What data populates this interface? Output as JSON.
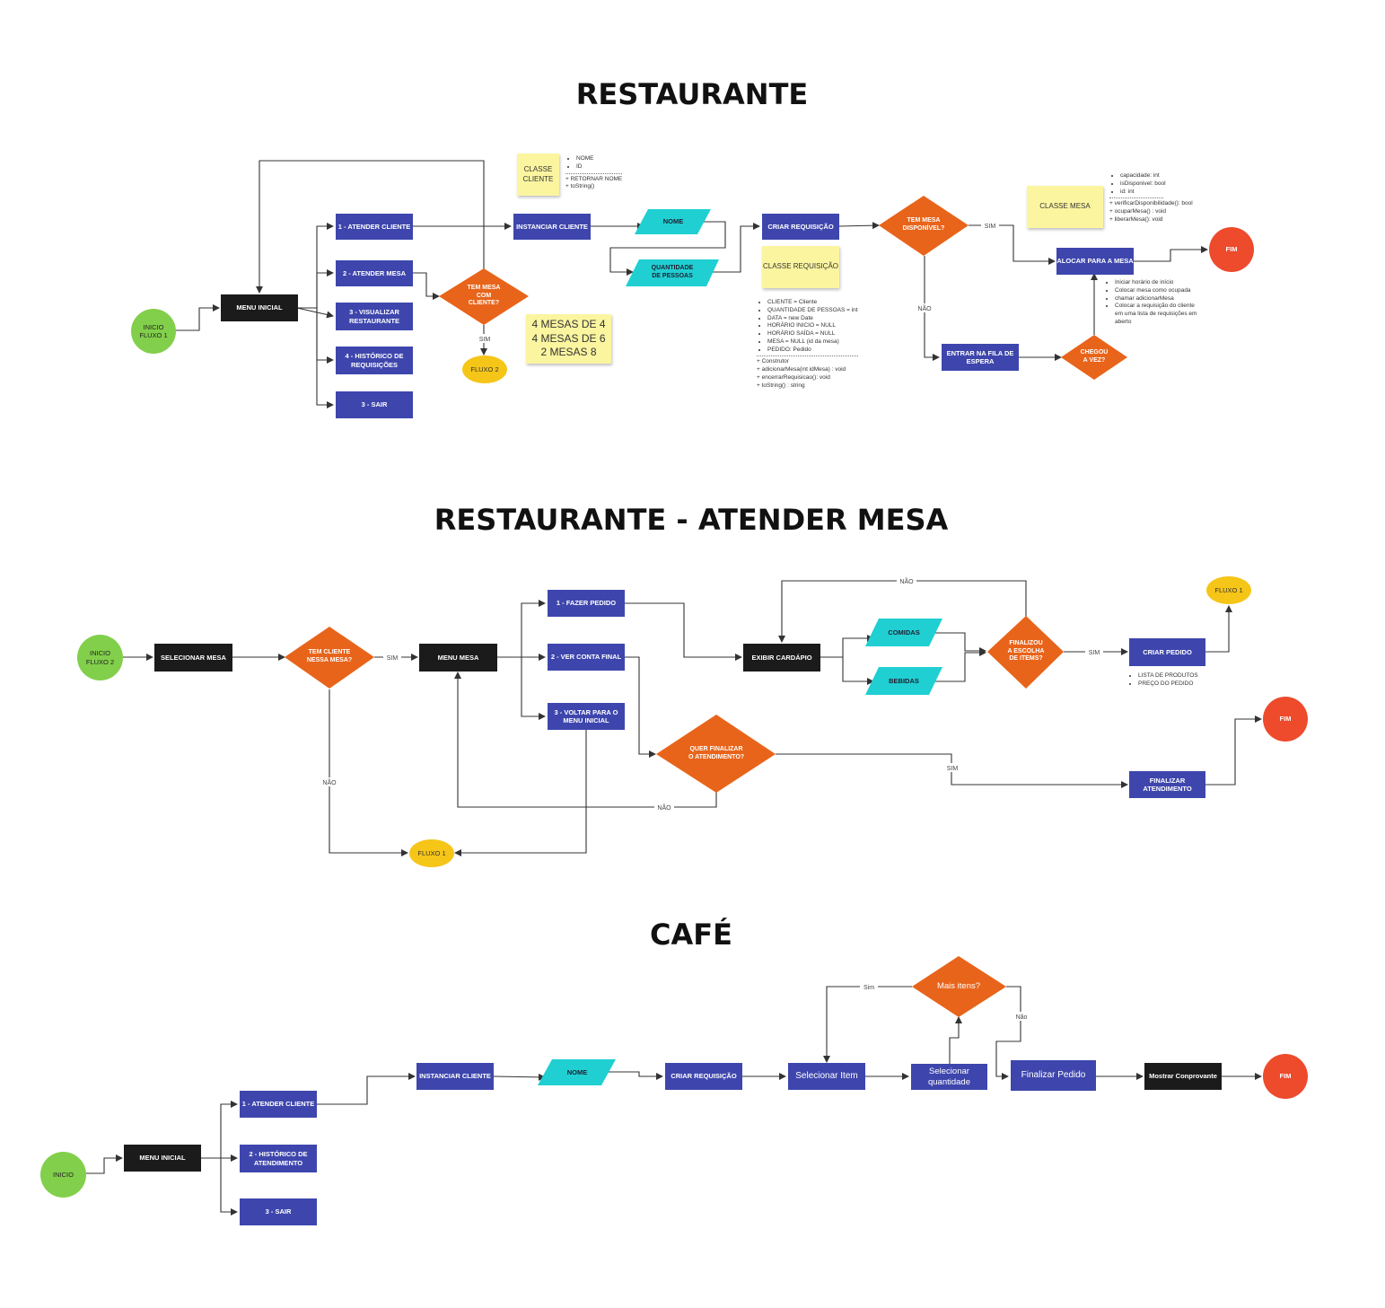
{
  "titles": {
    "restaurante": "RESTAURANTE",
    "atender_mesa": "RESTAURANTE - ATENDER MESA",
    "cafe": "CAFÉ"
  },
  "colors": {
    "process": "#3e46ad",
    "terminal_black": "#1b1b1b",
    "decision": "#e8641a",
    "io": "#1fcfd2",
    "start": "#82cf4b",
    "end": "#ee4a2c",
    "connector": "#f5c518",
    "sticky": "#fbf5a0"
  },
  "flow1": {
    "inicio": "INICIO\nFLUXO 1",
    "menu_inicial": "MENU INICIAL",
    "opt1": "1 - ATENDER CLIENTE",
    "opt2": "2 - ATENDER MESA",
    "opt3": "3 - VISUALIZAR\nRESTAURANTE",
    "opt4": "4 - HISTÓRICO DE\nREQUISIÇÕES",
    "opt5": "3 - SAIR",
    "tem_mesa_cliente": "TEM MESA\nCOM\nCLIENTE?",
    "sim_label": "SIM",
    "fluxo2": "FLUXO 2",
    "mesas_note": "4 MESAS DE 4\n4 MESAS DE 6\n2 MESAS 8",
    "instanciar_cliente": "INSTANCIAR CLIENTE",
    "classe_cliente": "CLASSE\nCLIENTE",
    "cliente_attrs": [
      "NOME",
      "ID"
    ],
    "cliente_methods": [
      "+ RETORNAR NOME",
      "+ toString()"
    ],
    "nome": "NOME",
    "qtd_pessoas": "QUANTIDADE\nDE PESSOAS",
    "criar_requisicao": "CRIAR REQUISIÇÃO",
    "classe_requisicao": "CLASSE REQUISIÇÃO",
    "requisicao_attrs": [
      "CLIENTE = Cliente",
      "QUANTIDADE DE PESSOAS = int",
      "DATA = new Date",
      "HORÁRIO INICIO = NULL",
      "HORÁRIO SAÍDA = NULL",
      "MESA = NULL (id da mesa)",
      "PEDIDO: Pedido"
    ],
    "requisicao_methods": [
      "+ Construtor",
      "+ adicionarMesa(int idMesa) : void",
      "+ encerrarRequisicao(): void",
      "+ toString() : string"
    ],
    "tem_mesa_disp": "TEM MESA\nDISPONÍVEL?",
    "sim": "SIM",
    "nao": "NÃO",
    "classe_mesa": "CLASSE MESA",
    "mesa_attrs": [
      "capacidade: int",
      "isDisponivel: bool",
      "id: int"
    ],
    "mesa_methods": [
      "+ verificarDisponibilidade(): bool",
      "+ ocuparMesa() : void",
      "+ liberarMesa(): void"
    ],
    "alocar_mesa": "ALOCAR PARA A MESA",
    "alocar_notes": [
      "Iniciar horário de início",
      "Colocar mesa como ocupada",
      "chamar adicionarMesa",
      "Colocar a requisição do cliente em uma lista de requisições em aberto"
    ],
    "fim": "FIM",
    "fila_espera": "ENTRAR NA FILA DE\nESPERA",
    "chegou_vez": "CHEGOU\nA VEZ?"
  },
  "flow2": {
    "inicio": "INICIO\nFLUXO 2",
    "selecionar_mesa": "SELECIONAR MESA",
    "tem_cliente": "TEM CLIENTE\nNESSA MESA?",
    "sim": "SIM",
    "nao": "NÃO",
    "menu_mesa": "MENU MESA",
    "opt1": "1 - FAZER PEDIDO",
    "opt2": "2 - VER CONTA FINAL",
    "opt3": "3 - VOLTAR PARA O\nMENU INICIAL",
    "exibir_cardapio": "EXIBIR CARDÁPIO",
    "comidas": "COMIDAS",
    "bebidas": "BEBIDAS",
    "finalizou": "FINALIZOU\nA ESCOLHA\nDE ITEMS?",
    "criar_pedido": "CRIAR PEDIDO",
    "pedido_notes": [
      "LISTA DE PRODUTOS",
      "PREÇO DO PEDIDO"
    ],
    "fluxo1_top": "FLUXO 1",
    "quer_finalizar": "QUER FINALIZAR\nO ATENDIMENTO?",
    "finalizar_atendimento": "FINALIZAR\nATENDIMENTO",
    "fim": "FIM",
    "fluxo1_bottom": "FLUXO 1"
  },
  "flow3": {
    "inicio": "INICIO",
    "menu_inicial": "MENU INICIAL",
    "opt1": "1 - ATENDER CLIENTE",
    "opt2": "2 - HISTÓRICO DE\nATENDIMENTO",
    "opt3": "3 - SAIR",
    "instanciar_cliente": "INSTANCIAR CLIENTE",
    "nome": "NOME",
    "criar_requisicao": "CRIAR REQUISIÇÃO",
    "selecionar_item": "Selecionar Item",
    "selecionar_qtd": "Selecionar\nquantidade",
    "mais_itens": "Mais itens?",
    "sim": "Sim",
    "nao": "Não",
    "finalizar_pedido": "Finalizar Pedido",
    "mostrar_comprovante": "Mostrar Conprovante",
    "fim": "FIM"
  }
}
